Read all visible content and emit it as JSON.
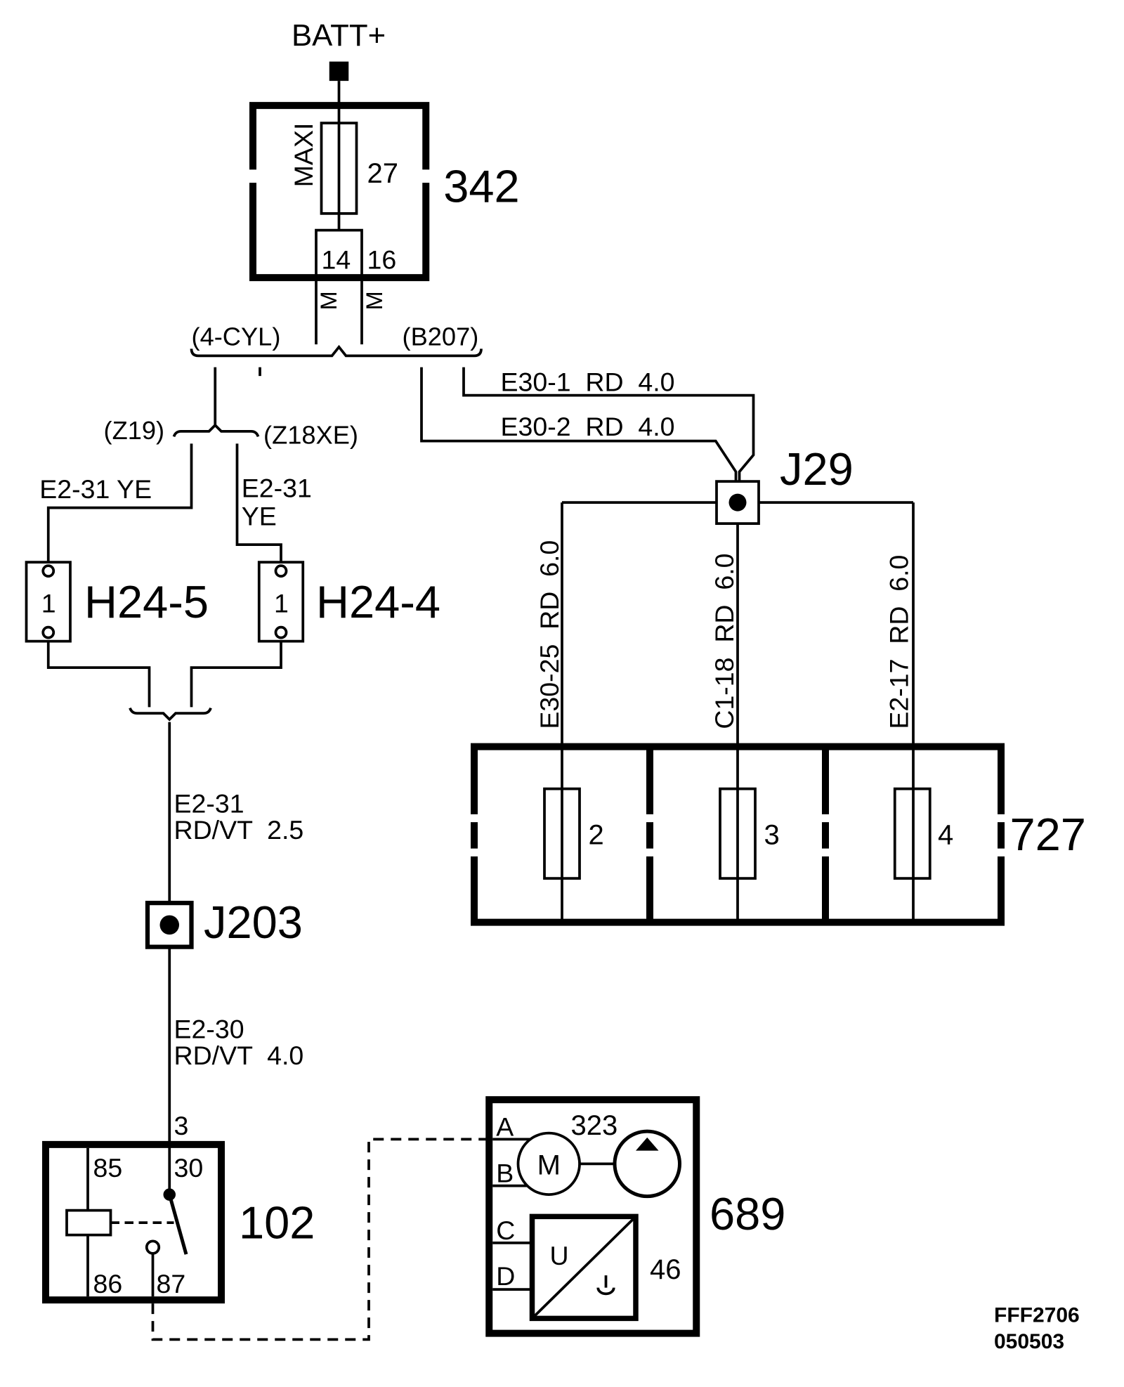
{
  "supply": {
    "label": "BATT+"
  },
  "fuse_box_342": {
    "id": "342",
    "fuse_type": "MAXI",
    "fuse_number": "27",
    "pins": [
      "14",
      "16"
    ],
    "wire_codes": [
      "M",
      "M"
    ]
  },
  "variant_bracket_top": {
    "left": "(4-CYL)",
    "right": "(B207)"
  },
  "variant_bracket_engine": {
    "left": "(Z19)",
    "right": "(Z18XE)"
  },
  "wires": {
    "e30_1": "E30-1  RD  4.0",
    "e30_2": "E30-2  RD  4.0",
    "e30_25": "E30-25  RD  6.0",
    "c1_18": "C1-18  RD  6.0",
    "e2_17": "E2-17  RD  6.0",
    "e2_31_ye_left": "E2-31 YE",
    "e2_31_ye_right": [
      "E2-31",
      "YE"
    ],
    "e2_31_rdvt": [
      "E2-31",
      "RD/VT  2.5"
    ],
    "e2_30_rdvt": [
      "E2-30",
      "RD/VT  4.0"
    ]
  },
  "splices": {
    "j29": "J29",
    "j203": "J203"
  },
  "connectors": [
    {
      "id": "H24-5",
      "pin": "1"
    },
    {
      "id": "H24-4",
      "pin": "1"
    }
  ],
  "fuse_block_727": {
    "id": "727",
    "fuses": [
      "2",
      "3",
      "4"
    ]
  },
  "relay_102": {
    "id": "102",
    "input_pin": "3",
    "pins": [
      "85",
      "30",
      "86",
      "87"
    ]
  },
  "pump_unit_689": {
    "id": "689",
    "pins": [
      "A",
      "B",
      "C",
      "D"
    ],
    "motor": {
      "id": "323",
      "symbol": "M"
    },
    "sensor": {
      "id": "46",
      "symbol": "U"
    }
  },
  "footer": {
    "code": "FFF2706",
    "date": "050503"
  }
}
